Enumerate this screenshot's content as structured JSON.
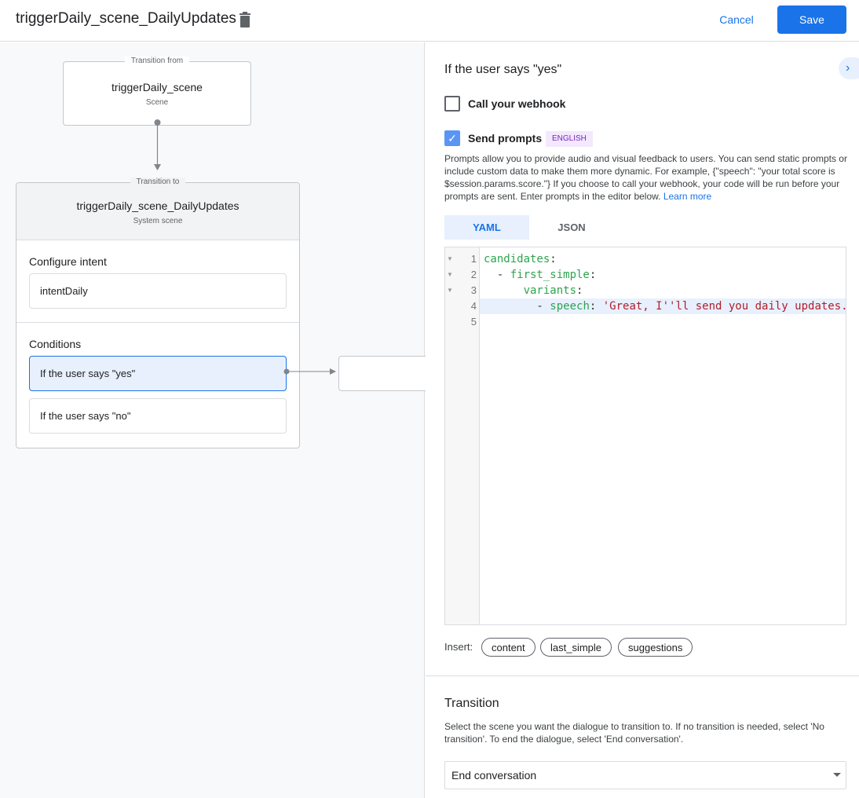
{
  "header": {
    "title": "triggerDaily_scene_DailyUpdates",
    "cancel_label": "Cancel",
    "save_label": "Save"
  },
  "canvas": {
    "from": {
      "legend": "Transition from",
      "name": "triggerDaily_scene",
      "type": "Scene"
    },
    "to": {
      "legend": "Transition to",
      "name": "triggerDaily_scene_DailyUpdates",
      "type": "System scene"
    },
    "configure_intent": {
      "label": "Configure intent",
      "intent": "intentDaily"
    },
    "conditions": {
      "label": "Conditions",
      "items": [
        {
          "label": "If the user says \"yes\"",
          "selected": true
        },
        {
          "label": "If the user says \"no\"",
          "selected": false
        }
      ]
    }
  },
  "panel": {
    "title": "If the user says \"yes\"",
    "webhook": {
      "label": "Call your webhook",
      "checked": false
    },
    "prompts": {
      "label": "Send prompts",
      "checked": true,
      "badge": "ENGLISH",
      "description": "Prompts allow you to provide audio and visual feedback to users. You can send static prompts or include custom data to make them more dynamic. For example, {\"speech\": \"your total score is $session.params.score.\"} If you choose to call your webhook, your code will be run before your prompts are sent. Enter prompts in the editor below.",
      "learn_more": "Learn more"
    },
    "tabs": [
      {
        "label": "YAML",
        "active": true
      },
      {
        "label": "JSON",
        "active": false
      }
    ],
    "editor": {
      "lines": [
        {
          "n": "1",
          "indent": "",
          "key": "candidates",
          "sep": ":",
          "val": ""
        },
        {
          "n": "2",
          "indent": "  - ",
          "key": "first_simple",
          "sep": ":",
          "val": ""
        },
        {
          "n": "3",
          "indent": "      ",
          "key": "variants",
          "sep": ":",
          "val": ""
        },
        {
          "n": "4",
          "indent": "        - ",
          "key": "speech",
          "sep": ": ",
          "val": "'Great, I''ll send you daily updates.'"
        },
        {
          "n": "5",
          "indent": "",
          "key": "",
          "sep": "",
          "val": ""
        }
      ],
      "active_line": 4
    },
    "insert": {
      "label": "Insert:",
      "chips": [
        "content",
        "last_simple",
        "suggestions"
      ]
    },
    "transition": {
      "title": "Transition",
      "description": "Select the scene you want the dialogue to transition to. If no transition is needed, select 'No transition'. To end the dialogue, select 'End conversation'.",
      "selected": "End conversation"
    }
  },
  "colors": {
    "accent": "#1a73e8",
    "selected_bg": "#e8f0fe",
    "badge_bg": "#f3e8fd",
    "badge_text": "#7627bb"
  }
}
